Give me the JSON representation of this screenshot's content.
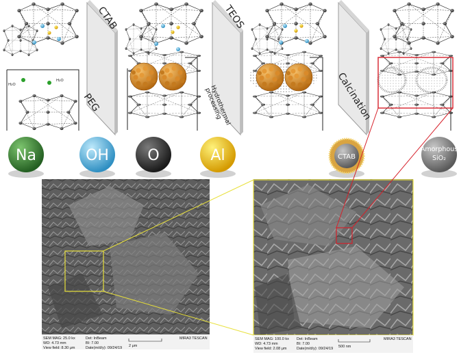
{
  "process": {
    "plate1_top": "CTAB",
    "plate1_bottom": "PEG",
    "plate2_top": "TEOS",
    "plate2_bottom_line1": "Hydrothermal",
    "plate2_bottom_line2": "processing",
    "plate3": "Calcination",
    "water_label": "H₂O"
  },
  "legend": {
    "na": "Na",
    "oh": "OH",
    "o": "O",
    "al": "Al",
    "ctab": "CTAB",
    "amorphous_line1": "Amorphous",
    "amorphous_line2": "SiO₂"
  },
  "sem_left": {
    "mag": "SEM MAG: 25.0 kx",
    "det": "Det: InBeam",
    "wd": "WD: 4.73 mm",
    "bi": "BI: 7.00",
    "view": "View field: 8.30 μm",
    "date": "Date(m/d/y): 09/24/19",
    "scale": "2 μm",
    "brand": "MIRA3 TESCAN"
  },
  "sem_right": {
    "mag": "SEM MAG: 100.0 kx",
    "det": "Det: InBeam",
    "wd": "WD: 4.73 mm",
    "bi": "BI: 7.00",
    "view": "View field: 2.08 μm",
    "date": "Date(m/d/y): 09/24/19",
    "scale": "500 nm",
    "brand": "MIRA3 TESCAN"
  },
  "colors": {
    "na": "#3f8f3a",
    "oh": "#5bbbe6",
    "o": "#3a3a3a",
    "al": "#f0c21a",
    "zoom_box": "#e8e03a",
    "highlight": "#d6202a"
  }
}
